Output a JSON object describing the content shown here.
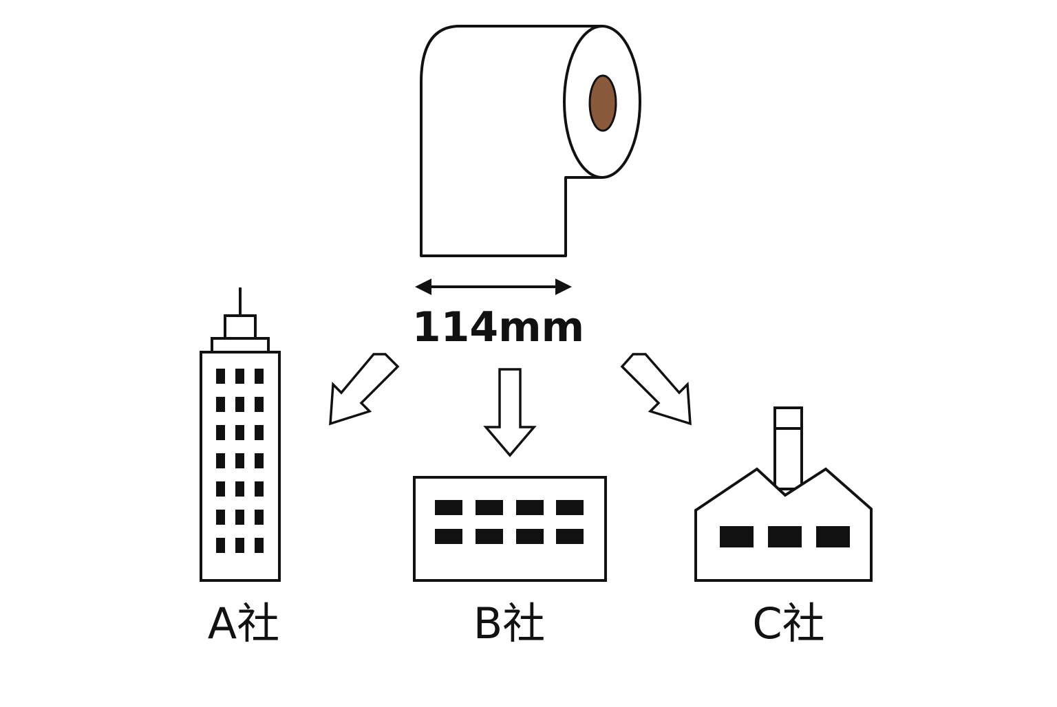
{
  "roll": {
    "width_label": "114mm",
    "core_color": "#8B5A3C"
  },
  "companies": [
    {
      "id": "a",
      "label": "A社",
      "icon": "office-tower-icon"
    },
    {
      "id": "b",
      "label": "B社",
      "icon": "low-building-icon"
    },
    {
      "id": "c",
      "label": "C社",
      "icon": "factory-icon"
    }
  ],
  "colors": {
    "line": "#111111",
    "background": "#ffffff",
    "window": "#111111"
  }
}
